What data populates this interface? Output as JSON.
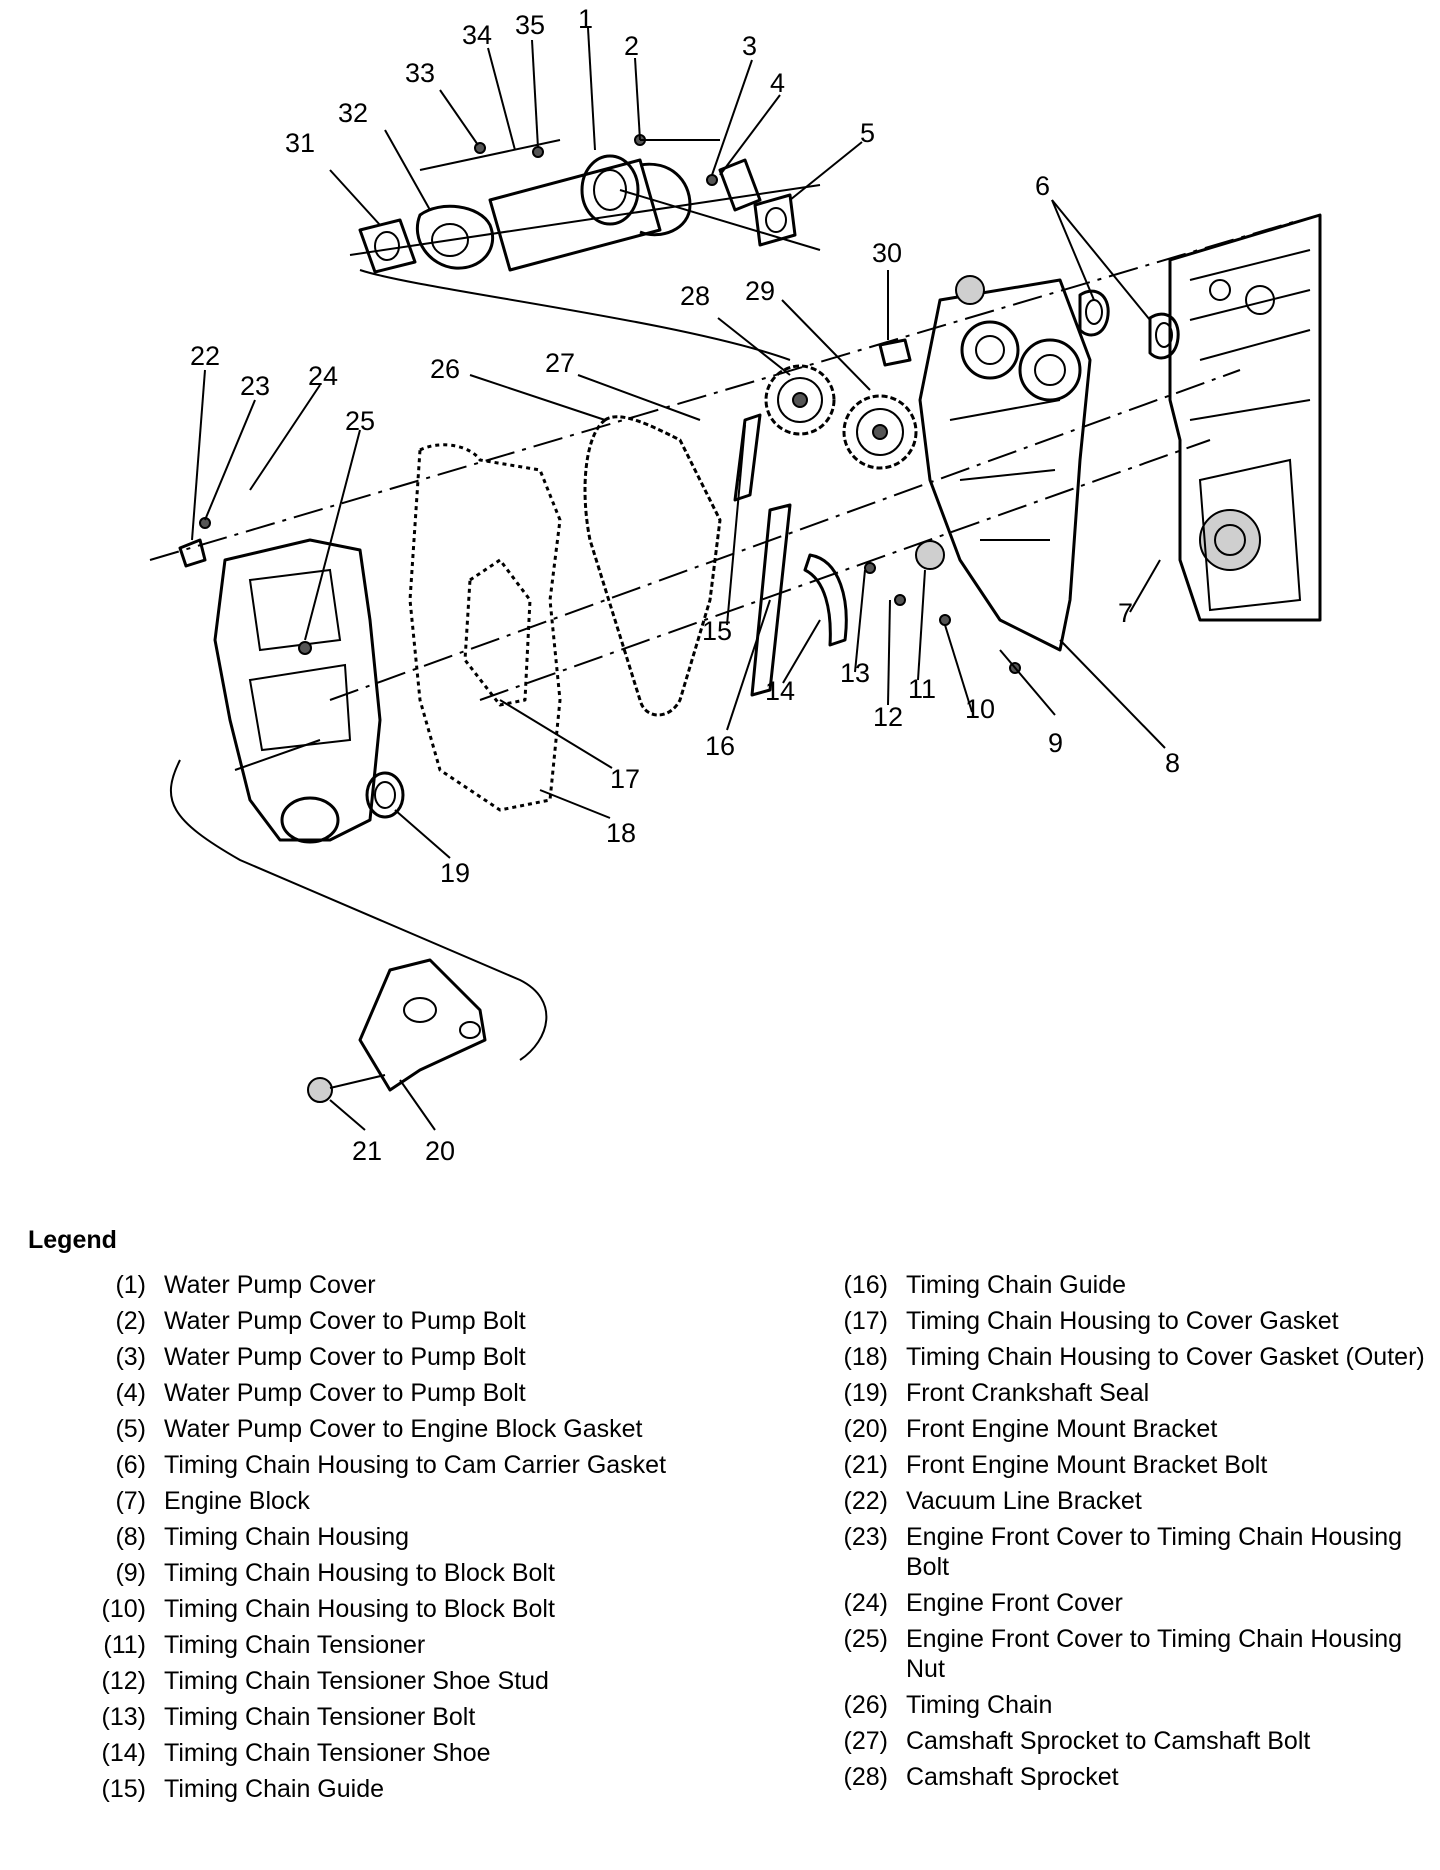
{
  "callouts": [
    "1",
    "2",
    "3",
    "4",
    "5",
    "6",
    "7",
    "8",
    "9",
    "10",
    "11",
    "12",
    "13",
    "14",
    "15",
    "16",
    "17",
    "18",
    "19",
    "20",
    "21",
    "22",
    "23",
    "24",
    "25",
    "26",
    "27",
    "28",
    "29",
    "30",
    "31",
    "32",
    "33",
    "34",
    "35"
  ],
  "legend": {
    "title": "Legend",
    "left": [
      {
        "num": "(1)",
        "text": "Water Pump Cover"
      },
      {
        "num": "(2)",
        "text": "Water Pump Cover to Pump Bolt"
      },
      {
        "num": "(3)",
        "text": "Water Pump Cover to Pump Bolt"
      },
      {
        "num": "(4)",
        "text": "Water Pump Cover to Pump Bolt"
      },
      {
        "num": "(5)",
        "text": "Water Pump Cover to Engine Block Gasket"
      },
      {
        "num": "(6)",
        "text": "Timing Chain Housing to Cam Carrier Gasket"
      },
      {
        "num": "(7)",
        "text": "Engine Block"
      },
      {
        "num": "(8)",
        "text": "Timing Chain Housing"
      },
      {
        "num": "(9)",
        "text": "Timing Chain Housing to Block Bolt"
      },
      {
        "num": "(10)",
        "text": "Timing Chain Housing to Block Bolt"
      },
      {
        "num": "(11)",
        "text": "Timing Chain Tensioner"
      },
      {
        "num": "(12)",
        "text": "Timing Chain Tensioner Shoe Stud"
      },
      {
        "num": "(13)",
        "text": "Timing Chain Tensioner Bolt"
      },
      {
        "num": "(14)",
        "text": "Timing Chain Tensioner Shoe"
      },
      {
        "num": "(15)",
        "text": "Timing Chain Guide"
      }
    ],
    "right": [
      {
        "num": "(16)",
        "text": "Timing Chain Guide"
      },
      {
        "num": "(17)",
        "text": "Timing Chain Housing to Cover Gasket"
      },
      {
        "num": "(18)",
        "text": "Timing Chain Housing to Cover Gasket (Outer)"
      },
      {
        "num": "(19)",
        "text": "Front Crankshaft Seal"
      },
      {
        "num": "(20)",
        "text": "Front Engine Mount Bracket"
      },
      {
        "num": "(21)",
        "text": "Front Engine Mount Bracket Bolt"
      },
      {
        "num": "(22)",
        "text": "Vacuum Line Bracket"
      },
      {
        "num": "(23)",
        "text": "Engine Front Cover to Timing Chain Housing Bolt"
      },
      {
        "num": "(24)",
        "text": "Engine Front Cover"
      },
      {
        "num": "(25)",
        "text": "Engine Front Cover to Timing Chain Housing Nut"
      },
      {
        "num": "(26)",
        "text": "Timing Chain"
      },
      {
        "num": "(27)",
        "text": "Camshaft Sprocket to Camshaft Bolt"
      },
      {
        "num": "(28)",
        "text": "Camshaft Sprocket"
      }
    ]
  }
}
